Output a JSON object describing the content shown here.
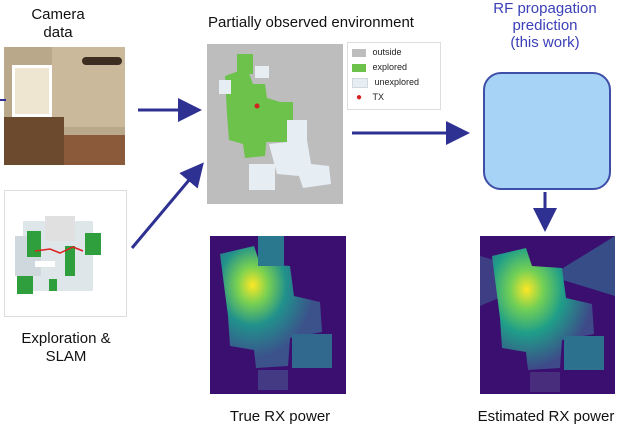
{
  "labels": {
    "camera": [
      "Camera",
      "data"
    ],
    "partial": "Partially observed environment",
    "rf": [
      "RF propagation",
      "prediction",
      "(this work)"
    ],
    "exploration": [
      "Exploration &",
      "SLAM"
    ],
    "true_rx": "True RX power",
    "est_rx": "Estimated RX power"
  },
  "legend": [
    {
      "label": "outside",
      "color": "#bdbdbd"
    },
    {
      "label": "explored",
      "color": "#6cc24a"
    },
    {
      "label": "unexplored",
      "color": "#e6eef4"
    },
    {
      "label": "TX",
      "color": "#d22222"
    }
  ],
  "colors": {
    "arrow": "#2e3191",
    "rf_box": "#a7d3f6",
    "rf_text": "#3b40b8",
    "heat_bg": "#3b0f6f"
  }
}
